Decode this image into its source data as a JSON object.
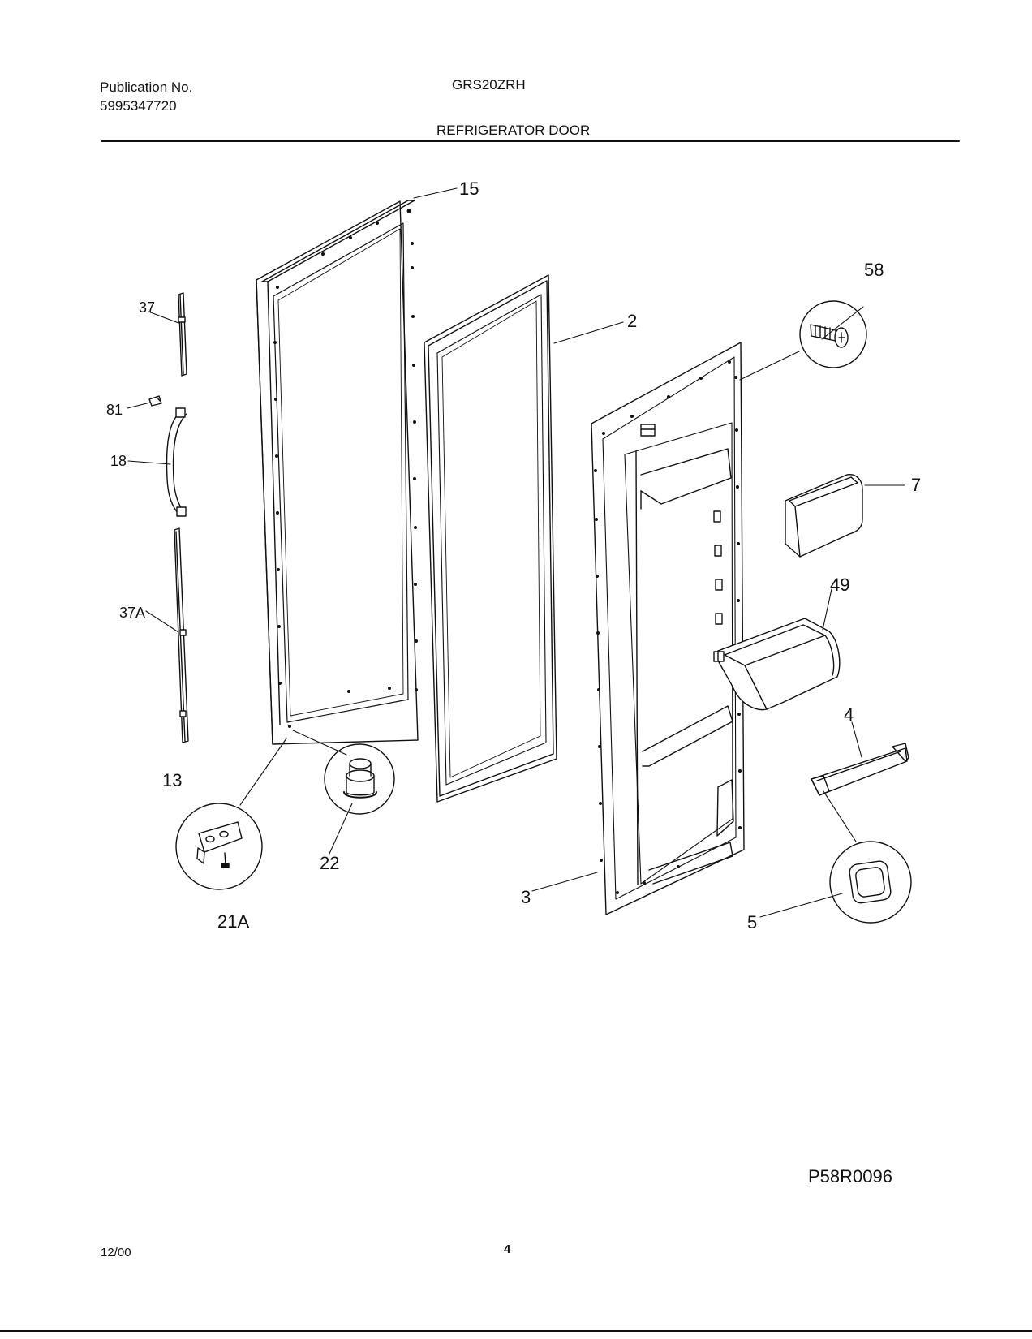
{
  "header": {
    "publication_label": "Publication No.",
    "publication_number": "5995347720",
    "model": "GRS20ZRH",
    "section_title": "REFRIGERATOR DOOR"
  },
  "parts": {
    "p15": "15",
    "p58": "58",
    "p2": "2",
    "p37": "37",
    "p81": "81",
    "p18": "18",
    "p7": "7",
    "p49": "49",
    "p37a": "37A",
    "p4": "4",
    "p13": "13",
    "p22": "22",
    "p3": "3",
    "p21a": "21A",
    "p5": "5"
  },
  "footer": {
    "drawing_code": "P58R0096",
    "date": "12/00",
    "page_number": "4"
  }
}
